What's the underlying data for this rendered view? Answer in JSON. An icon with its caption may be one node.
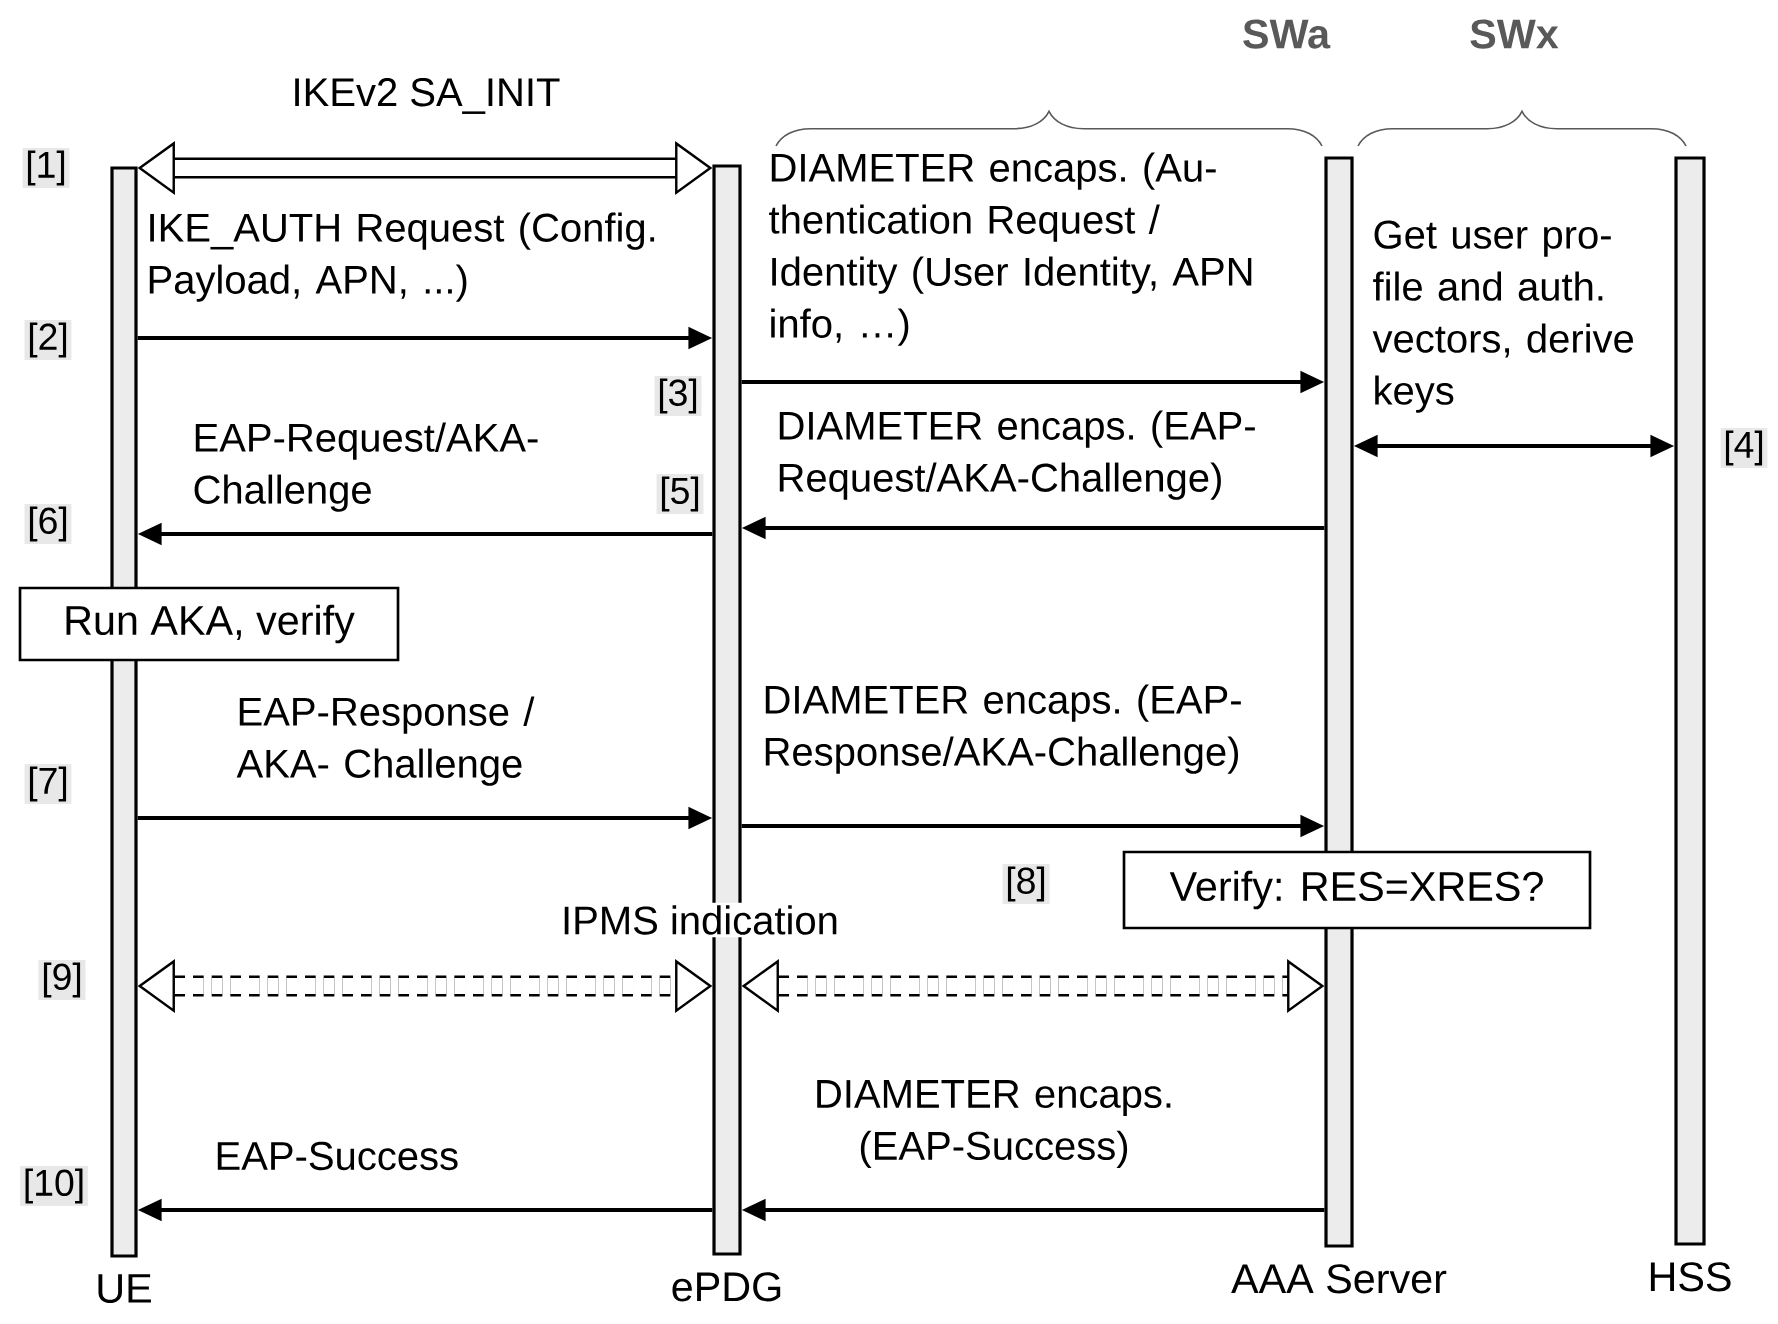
{
  "diagram": {
    "nodes": [
      {
        "text": [
          "UE"
        ]
      },
      {
        "text": [
          "ePDG"
        ]
      },
      {
        "text": [
          "AAA Server"
        ]
      },
      {
        "text": [
          "HSS"
        ]
      },
      {
        "text": [
          "Run AKA, verify"
        ]
      },
      {
        "text": [
          "Verify: RES=XRES?"
        ]
      }
    ],
    "edges": [
      {
        "from": 0,
        "to": 1,
        "arrow": "both",
        "label": "IKEv2 SA_INIT",
        "style": "thick"
      },
      {
        "from": 0,
        "to": 1,
        "arrow": "to",
        "label": "IKE_AUTH Request (Config. Payload, APN, ...)"
      },
      {
        "from": 1,
        "to": 2,
        "arrow": "to",
        "label": "DIAMETER encaps. (Au- thentication Request / Identity (User Identity, APN info, …)"
      },
      {
        "from": 2,
        "to": 3,
        "arrow": "both",
        "label": "Get user pro- file and auth. vectors, derive keys"
      },
      {
        "from": 2,
        "to": 1,
        "arrow": "to",
        "label": "DIAMETER encaps. (EAP- Request/AKA-Challenge)"
      },
      {
        "from": 1,
        "to": 0,
        "arrow": "to",
        "label": "EAP-Request/AKA- Challenge"
      },
      {
        "from": 0,
        "to": 1,
        "arrow": "to",
        "label": "EAP-Response / AKA- Challenge"
      },
      {
        "from": 1,
        "to": 2,
        "arrow": "to",
        "label": "DIAMETER encaps. (EAP- Response/AKA-Challenge)"
      },
      {
        "from": 0,
        "to": 1,
        "arrow": "both",
        "label": "IPMS indication",
        "style": "dashed"
      },
      {
        "from": 1,
        "to": 2,
        "arrow": "both",
        "style": "dashed"
      },
      {
        "from": 2,
        "to": 1,
        "arrow": "to",
        "label": "DIAMETER encaps. (EAP-Success)"
      },
      {
        "from": 1,
        "to": 0,
        "arrow": "to",
        "label": "EAP-Success"
      }
    ],
    "labels": [
      "SWa",
      "SWx",
      "[1]",
      "[2]",
      "[3]",
      "[4]",
      "[5]",
      "[6]",
      "[7]",
      "[8]",
      "[9]",
      "[10]"
    ]
  }
}
